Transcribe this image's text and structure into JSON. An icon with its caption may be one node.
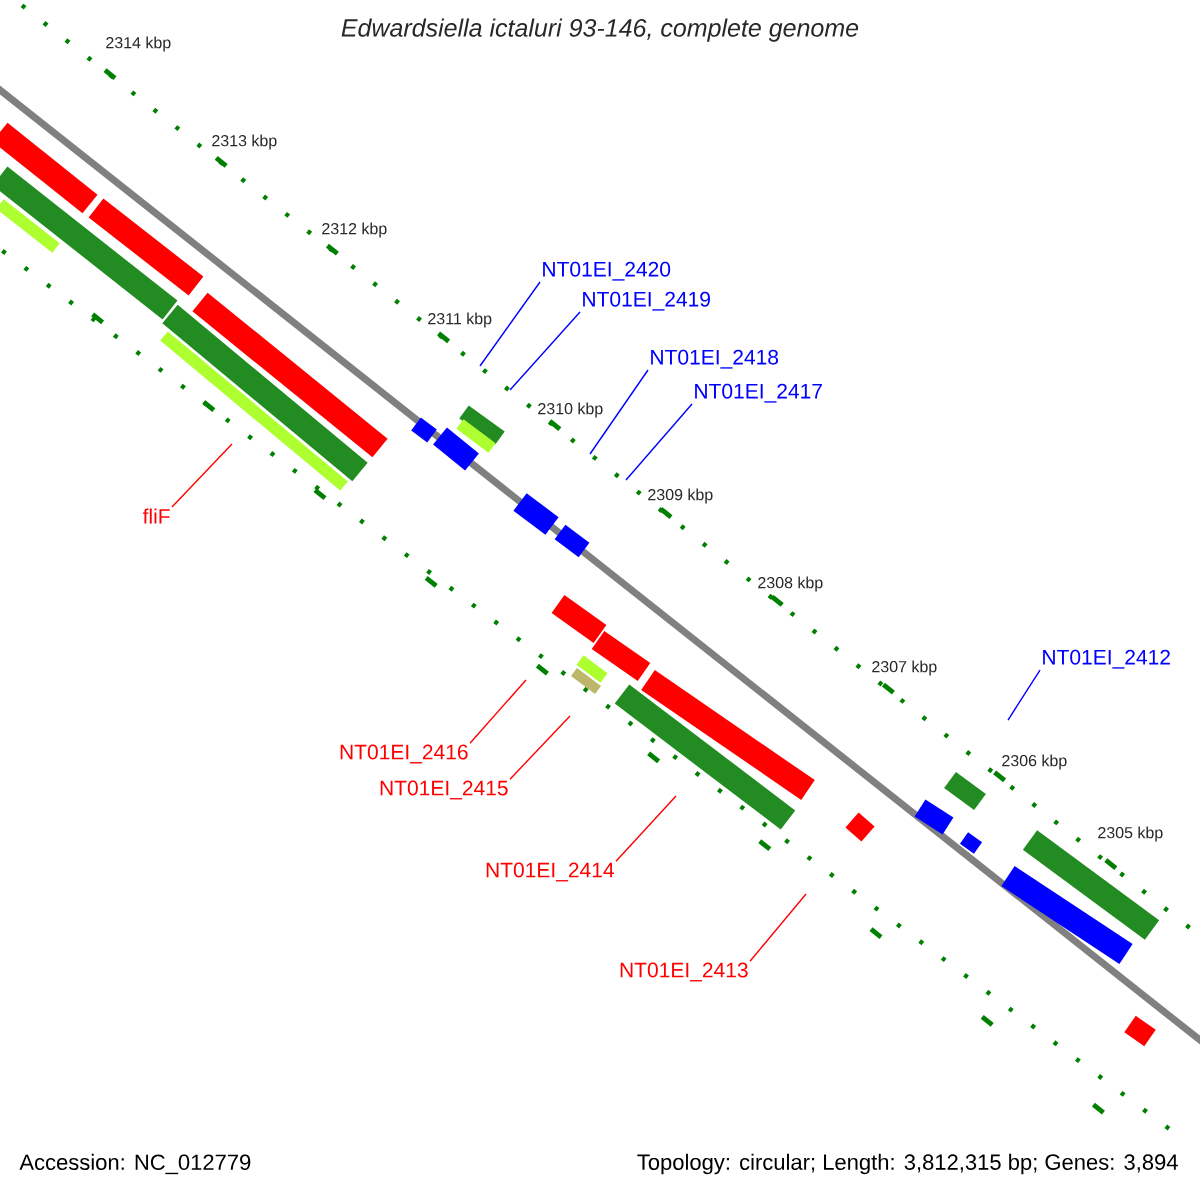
{
  "diagram": {
    "title": "Edwardsiella ictaluri 93-146, complete genome",
    "nodes": [
      {
        "text": [
          "NT01EI_2420"
        ]
      },
      {
        "text": [
          "NT01EI_2419"
        ]
      },
      {
        "text": [
          "NT01EI_2418"
        ]
      },
      {
        "text": [
          "NT01EI_2417"
        ]
      },
      {
        "text": [
          "fliF"
        ]
      },
      {
        "text": [
          "NT01EI_2412"
        ]
      },
      {
        "text": [
          "NT01EI_2416"
        ]
      },
      {
        "text": [
          "NT01EI_2415"
        ]
      },
      {
        "text": [
          "NT01EI_2414"
        ]
      },
      {
        "text": [
          "NT01EI_2413"
        ]
      }
    ],
    "edges": [
      {
        "from": 0,
        "to": null,
        "arrow": "none",
        "color": "#0000ff"
      },
      {
        "from": 1,
        "to": null,
        "arrow": "none",
        "color": "#0000ff"
      },
      {
        "from": 2,
        "to": null,
        "arrow": "none",
        "color": "#0000ff"
      },
      {
        "from": 3,
        "to": null,
        "arrow": "none",
        "color": "#0000ff"
      },
      {
        "from": 4,
        "to": null,
        "arrow": "none",
        "color": "#ff0000"
      },
      {
        "from": 5,
        "to": null,
        "arrow": "none",
        "color": "#0000ff"
      },
      {
        "from": 6,
        "to": null,
        "arrow": "none",
        "color": "#ff0000"
      },
      {
        "from": 7,
        "to": null,
        "arrow": "none",
        "color": "#ff0000"
      },
      {
        "from": 8,
        "to": null,
        "arrow": "none",
        "color": "#ff0000"
      },
      {
        "from": 9,
        "to": null,
        "arrow": "none",
        "color": "#ff0000"
      }
    ],
    "labels": [
      "2314 kbp",
      "2313 kbp",
      "2312 kbp",
      "2311 kbp",
      "2310 kbp",
      "2309 kbp",
      "2308 kbp",
      "2307 kbp",
      "2306 kbp",
      "2305 kbp",
      "Accession: NC_012779",
      "Topology: circular; Length: 3,812,315 bp; Genes: 3,894"
    ]
  }
}
